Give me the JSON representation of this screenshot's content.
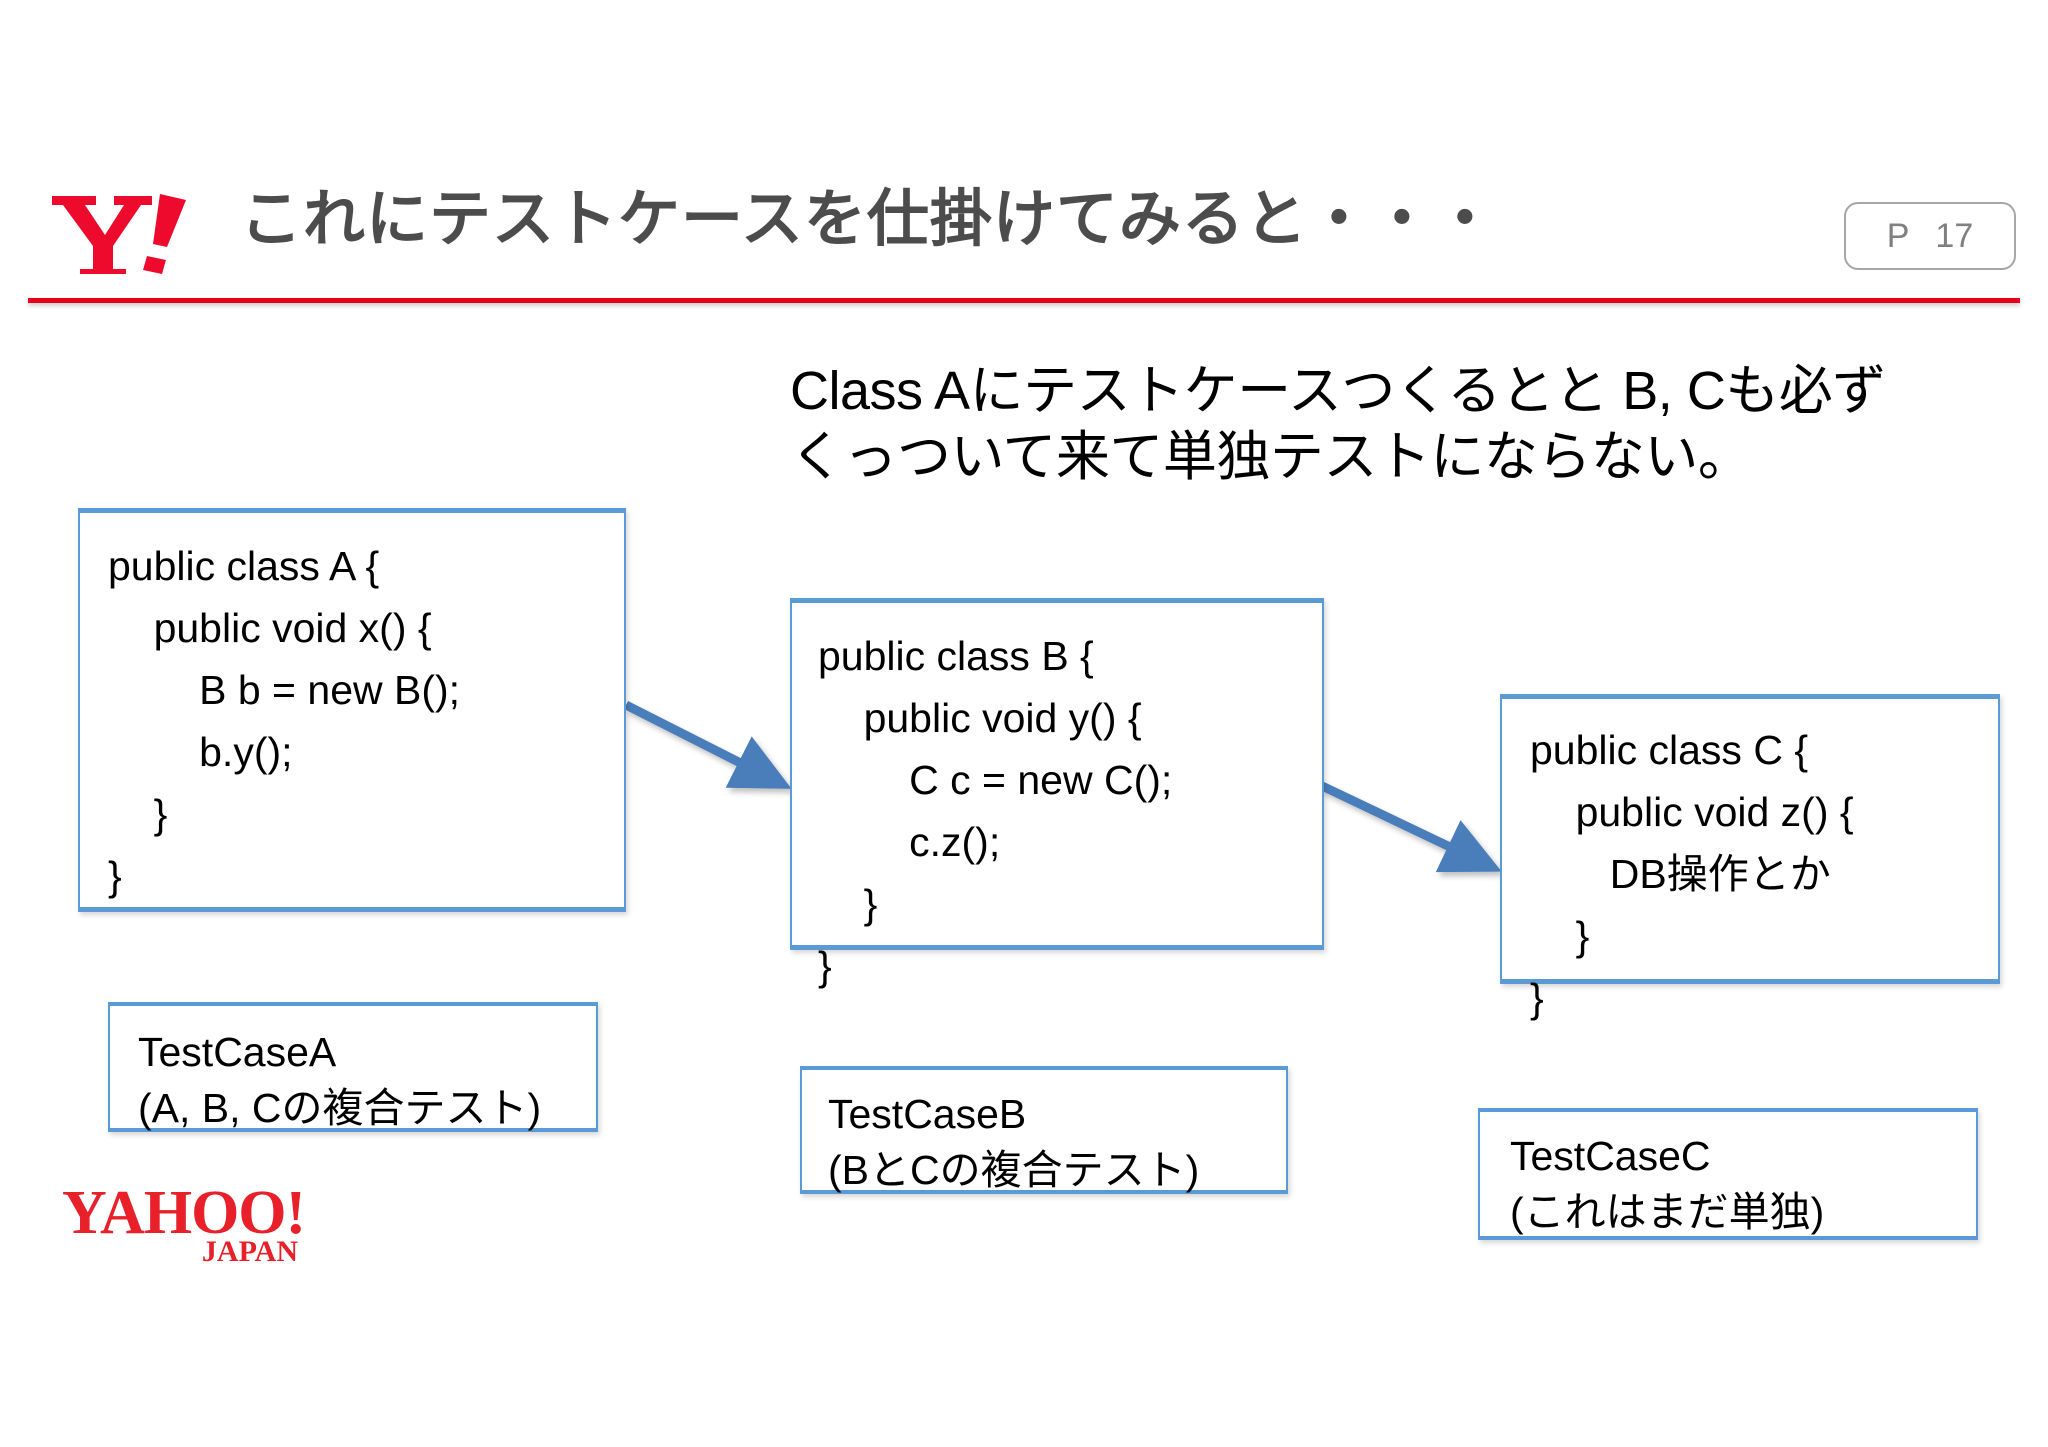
{
  "header": {
    "logo_alt": "Yahoo! Y exclamation logo",
    "title": "これにテストケースを仕掛けてみると・・・",
    "page_label": "P",
    "page_number": "17",
    "rule_color": "#e60019",
    "title_color": "#4c4c4c"
  },
  "lead": {
    "line1": "Class Aにテストケースつくるとと B, Cも必ず",
    "text": "Class Aにテストケースつくるとと B, Cも必ずくっついて来て単独テストにならない。"
  },
  "lead_lines": {
    "l1": "Class Aにテストケースつくるとと B, Cも必ず",
    "l2": "くっついて来て単独テストにならない。"
  },
  "classes": {
    "a": {
      "name": "public class A",
      "lines": {
        "l1": "public class A {",
        "l2": "    public void x() {",
        "l3": "        B b = new B();",
        "l4": "        b.y();",
        "l5": "    }",
        "l6": "}"
      }
    },
    "b": {
      "name": "public class B",
      "lines": {
        "l1": "public class B {",
        "l2": "    public void y() {",
        "l3": "        C c = new C();",
        "l4": "        c.z();",
        "l5": "    }",
        "l6": "}"
      }
    },
    "c": {
      "name": "public class C",
      "lines": {
        "l1": "public class C {",
        "l2": "    public void z() {",
        "l3": "       DB操作とか",
        "l4": "    }",
        "l5": "}"
      }
    }
  },
  "testcases": {
    "a": {
      "title": "TestCaseA",
      "note": "(A, B, Cの複合テスト)"
    },
    "b": {
      "title": "TestCaseB",
      "note": "(BとCの複合テスト)"
    },
    "c": {
      "title": "TestCaseC",
      "note": "(これはまだ単独)"
    }
  },
  "footer": {
    "logo_text": "YAHOO!",
    "logo_sub": "JAPAN",
    "logo_color": "#e8202a"
  },
  "colors": {
    "box_border": "#5b9bd5",
    "arrow": "#4a7ebb",
    "brand_red": "#e60019"
  }
}
